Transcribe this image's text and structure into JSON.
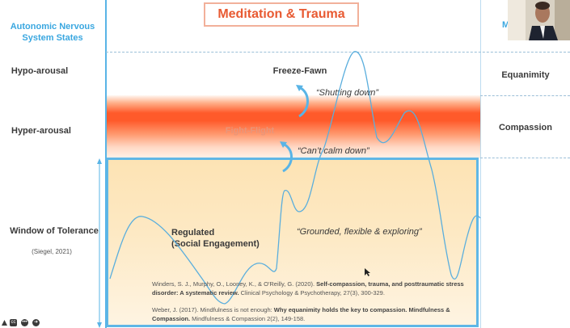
{
  "slide": {
    "title": "Meditation & Trauma",
    "left_header": "Autonomic Nervous\nSystem States",
    "right_header_partial": "M",
    "rows": {
      "hypo": "Hypo-arousal",
      "hyper": "Hyper-arousal",
      "window": "Window of Tolerance",
      "citation": "(Siegel, 2021)"
    },
    "right_column": {
      "equanimity": "Equanimity",
      "compassion": "Compassion"
    },
    "zones": {
      "freeze": "Freeze-Fawn",
      "fight": "Fight-Flight",
      "regulated_line1": "Regulated",
      "regulated_line2": "(Social Engagement)"
    },
    "quotes": {
      "shutting_down": "“Shutting down”",
      "cant_calm": "“Can’t calm down”",
      "grounded": "“Grounded, flexible & exploring”"
    },
    "references": {
      "ref1_plain": "Winders, S. J., Murphy, O., Looney, K., & O'Reilly, G. (2020). ",
      "ref1_bold": "Self-compassion, trauma, and posttraumatic stress disorder: A systematic review.",
      "ref1_tail": " Clinical Psychology & Psychotherapy, 27(3), 300-329.",
      "ref2_plain": "Weber, J. (2017). Mindfulness is not enough: ",
      "ref2_bold": "Why equanimity holds the key to compassion. Mindfulness & Compassion.",
      "ref2_tail": " Mindfulness & Compassion 2(2), 149-158."
    }
  },
  "colors": {
    "accent_blue": "#59b4e6",
    "title_orange": "#e85a32",
    "hot_red": "#ff5a2a",
    "window_fill": "#fde3b4"
  },
  "toolbar": {
    "icons": [
      "triangle-icon",
      "cc-icon",
      "more-icon",
      "next-icon"
    ]
  }
}
